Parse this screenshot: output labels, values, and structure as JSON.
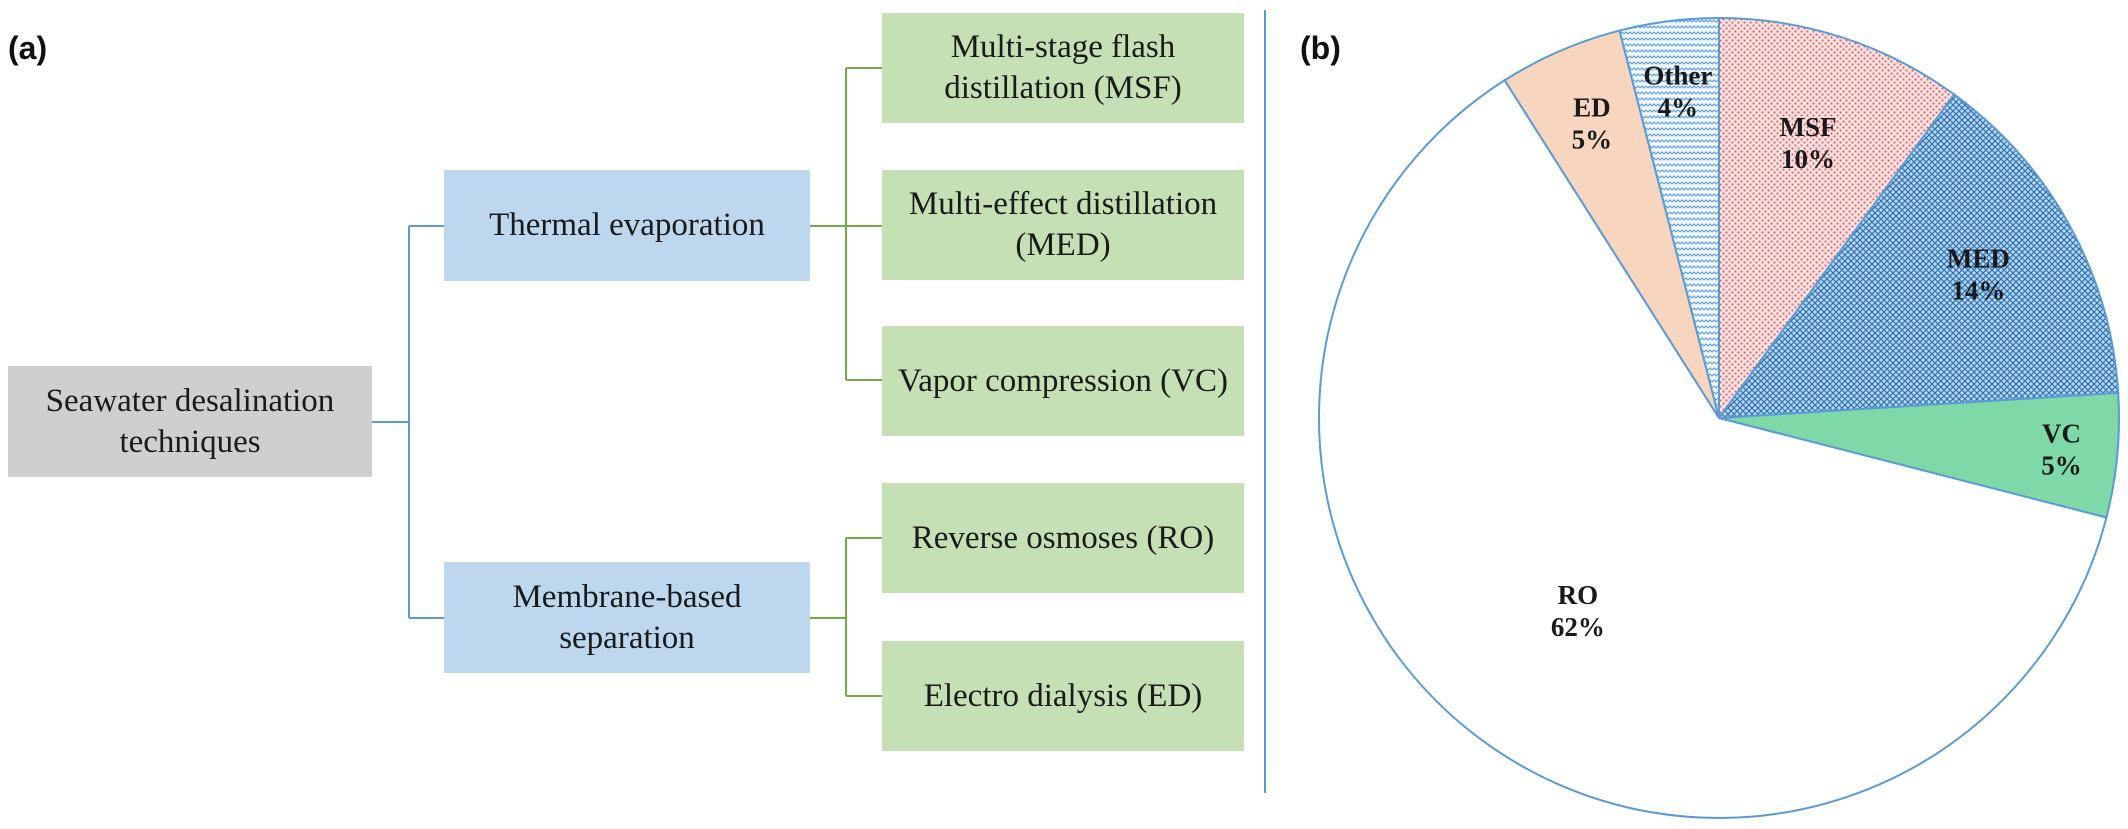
{
  "panel_a": {
    "label": "(a)",
    "root": "Seawater desalination techniques",
    "categories": [
      {
        "label": "Thermal evaporation",
        "children": [
          "Multi-stage flash distillation (MSF)",
          "Multi-effect distillation (MED)",
          "Vapor compression (VC)"
        ]
      },
      {
        "label": "Membrane-based separation",
        "children": [
          "Reverse osmoses (RO)",
          "Electro dialysis (ED)"
        ]
      }
    ]
  },
  "panel_b": {
    "label": "(b)"
  },
  "chart_data": {
    "type": "pie",
    "slices": [
      {
        "name": "MSF",
        "value": 10,
        "value_label": "10%",
        "color": "#f4b8b8",
        "pattern": "dots-red"
      },
      {
        "name": "MED",
        "value": 14,
        "value_label": "14%",
        "color": "#9dc3e6",
        "pattern": "crosshatch-blue"
      },
      {
        "name": "VC",
        "value": 5,
        "value_label": "5%",
        "color": "#7fd8a8",
        "pattern": "solid"
      },
      {
        "name": "RO",
        "value": 62,
        "value_label": "62%",
        "color": "#ffffff",
        "pattern": "solid"
      },
      {
        "name": "ED",
        "value": 5,
        "value_label": "5%",
        "color": "#f8d5bf",
        "pattern": "solid"
      },
      {
        "name": "Other",
        "value": 4,
        "value_label": "4%",
        "color": "#deebf7",
        "pattern": "zigzag-blue"
      }
    ],
    "start": "12 o'clock",
    "direction": "clockwise",
    "outline_color": "#5b9bd5"
  }
}
